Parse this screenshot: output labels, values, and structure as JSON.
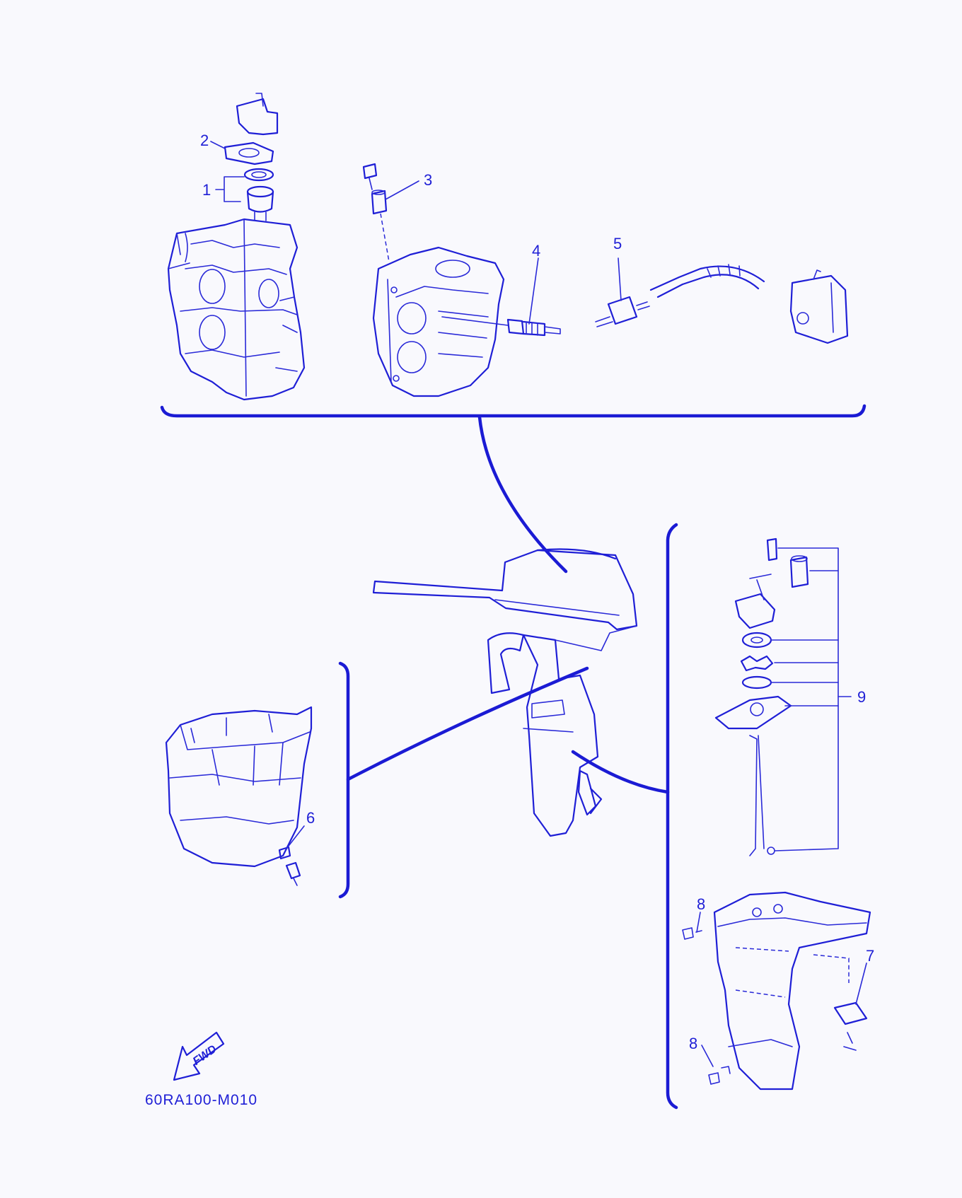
{
  "callouts": {
    "c1": "1",
    "c2": "2",
    "c3": "3",
    "c4": "4",
    "c5": "5",
    "c6": "6",
    "c7": "7",
    "c8a": "8",
    "c8b": "8",
    "c9": "9"
  },
  "fwd_label": "FWD",
  "diagram_code": "60RA100-M010",
  "colors": {
    "line": "#1f1fd6",
    "background": "#f9f9fd"
  }
}
